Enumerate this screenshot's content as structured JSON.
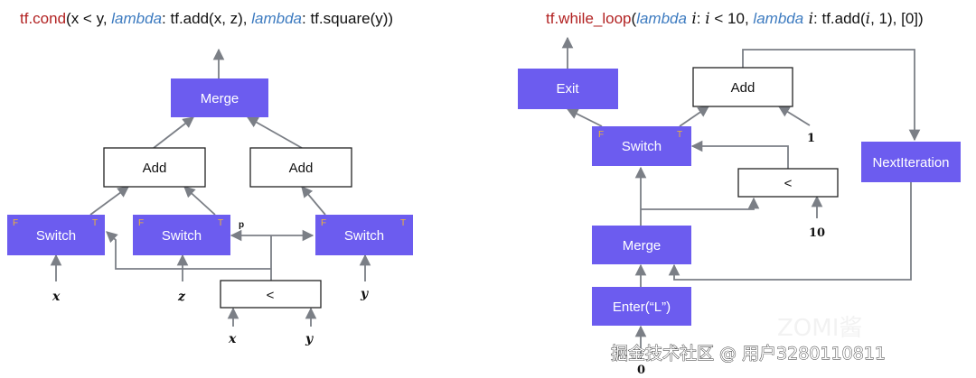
{
  "left_diagram": {
    "title": {
      "part1": "tf.cond",
      "part2": "(x < y, ",
      "part3": "lambda",
      "part4": ": tf.add(x, z), ",
      "part5": "lambda",
      "part6": ": tf.square(y))"
    },
    "nodes": {
      "merge": "Merge",
      "add_left": "Add",
      "add_right": "Add",
      "switch_left": "Switch",
      "switch_mid": "Switch",
      "switch_right": "Switch",
      "less": "<"
    },
    "switch_flags": {
      "false_flag": "F",
      "true_flag": "T"
    },
    "predicate_label": "p",
    "inputs": {
      "x": "x",
      "z": "z",
      "y": "y",
      "less_x": "x",
      "less_y": "y"
    }
  },
  "right_diagram": {
    "title": {
      "part1": "tf.while_loop",
      "part2": "(",
      "part3": "lambda",
      "part4": " i",
      "part5": ": ",
      "part6": "i",
      "part7": " < 10, ",
      "part8": "lambda",
      "part9": " i",
      "part10": ": tf.add(",
      "part11": "i",
      "part12": ", 1), [0])"
    },
    "nodes": {
      "exit": "Exit",
      "add": "Add",
      "switch": "Switch",
      "less": "<",
      "next_iteration": "NextIteration",
      "merge": "Merge",
      "enter": "Enter(“L”)"
    },
    "switch_flags": {
      "false_flag": "F",
      "true_flag": "T"
    },
    "inputs": {
      "one": "1",
      "ten": "10",
      "zero": "0"
    }
  },
  "watermark": {
    "text": "掘金技术社区 @ 用户3280110811",
    "logo": "ZOMI酱"
  },
  "colors": {
    "op_node": "#6c5cef",
    "title_red": "#b22222",
    "keyword_blue": "#3d7bc0",
    "edge": "#7b7f86",
    "flag": "#f2b531"
  }
}
